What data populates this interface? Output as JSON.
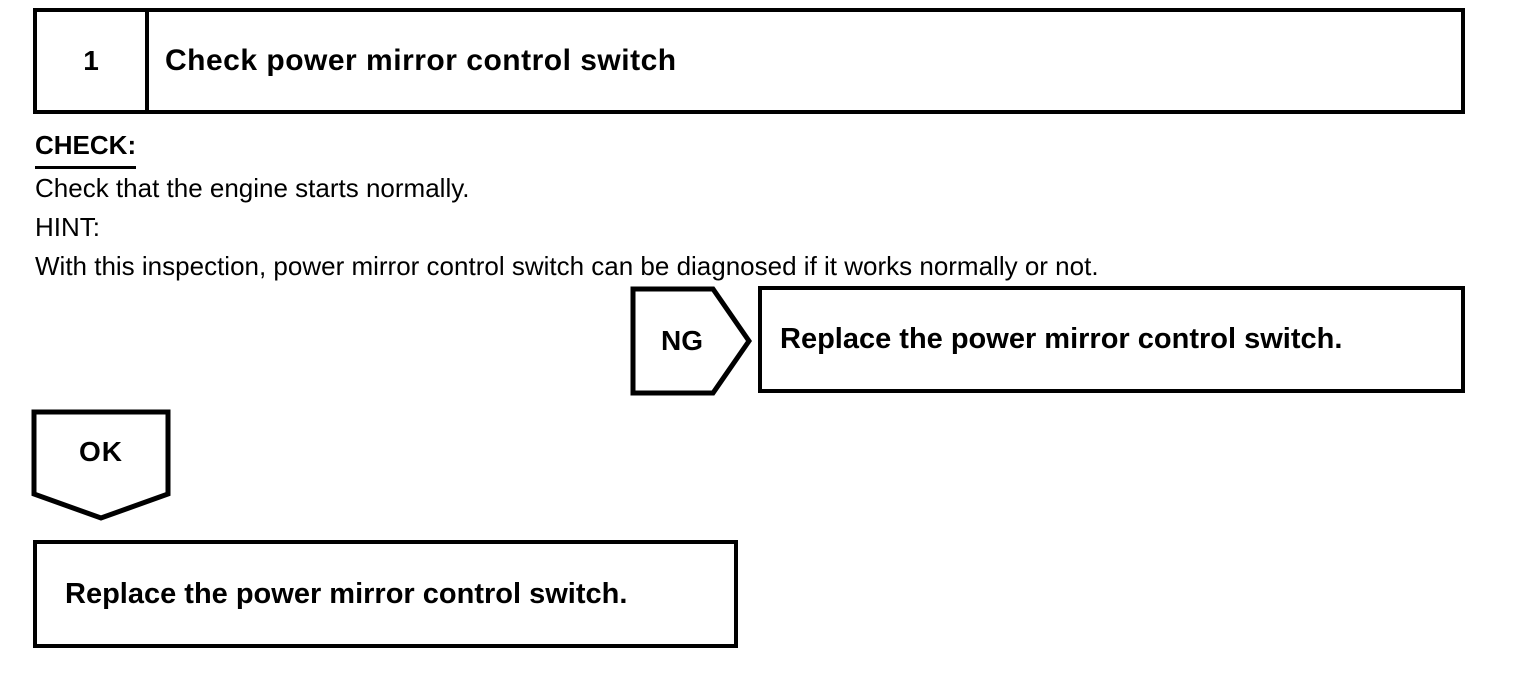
{
  "step_header": {
    "number": "1",
    "title": "Check power mirror control switch"
  },
  "instructions": {
    "check_label": "CHECK:",
    "check_text": "Check that the engine starts normally.",
    "hint_label": "HINT:",
    "hint_text": "With this inspection, power mirror control switch can be diagnosed if it works normally or not."
  },
  "flowchart": {
    "ng_branch": {
      "connector_label": "NG",
      "action": "Replace the power mirror control switch."
    },
    "ok_branch": {
      "connector_label": "OK",
      "action": "Replace the power mirror control switch."
    }
  },
  "colors": {
    "ink": "#000000",
    "paper": "#ffffff"
  }
}
